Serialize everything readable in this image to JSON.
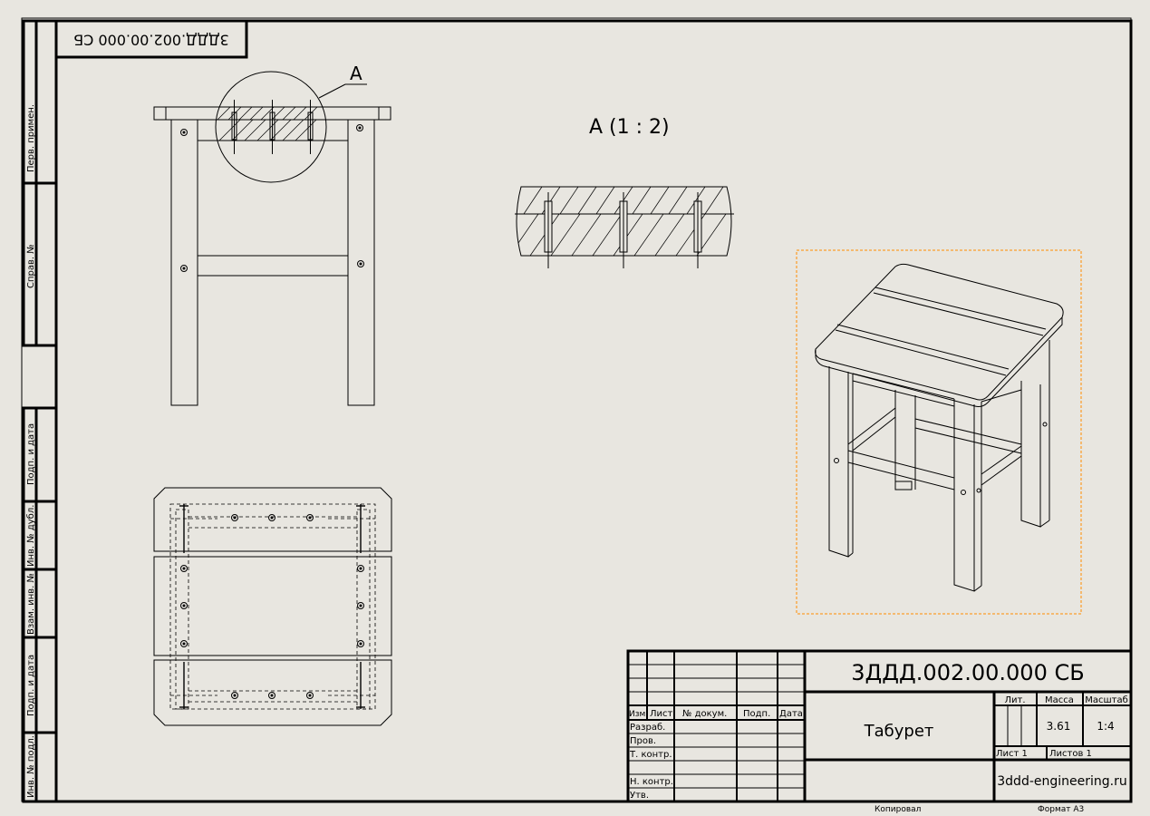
{
  "colors": {
    "paper": "#e8e6e0",
    "line": "#000000",
    "selection": "#ff8c00"
  },
  "stamp_rotated": "3ДДД.002.00.000 СБ",
  "callout_label": "A",
  "detail_view_label": "А (1 : 2)",
  "side_columns": {
    "perv_primen": "Перв. примен.",
    "sprav_no": "Справ. №",
    "podp_data_top": "Подп. и дата",
    "inv_dubl": "Инв. № дубл.",
    "vzam_inv": "Взам. инв. №",
    "podp_data_bottom": "Подп. и дата",
    "inv_podl": "Инв. № подл."
  },
  "title_block": {
    "designation": "3ДДД.002.00.000 СБ",
    "name": "Табурет",
    "organization": "3ddd-engineering.ru",
    "headers": {
      "izm": "Изм.",
      "list": "Лист",
      "doc_no": "№ докум.",
      "podp": "Подп.",
      "data": "Дата",
      "lit": "Лит.",
      "massa": "Масса",
      "masshtab": "Масштаб"
    },
    "rows": {
      "razrab": "Разраб.",
      "prov": "Пров.",
      "t_kontr": "Т. контр.",
      "n_kontr": "Н. контр.",
      "utv": "Утв."
    },
    "mass_value": "3.61",
    "scale_value": "1:4",
    "sheet_label": "Лист 1",
    "sheets_label": "Листов 1",
    "copied": "Копировал",
    "format": "Формат A3"
  }
}
